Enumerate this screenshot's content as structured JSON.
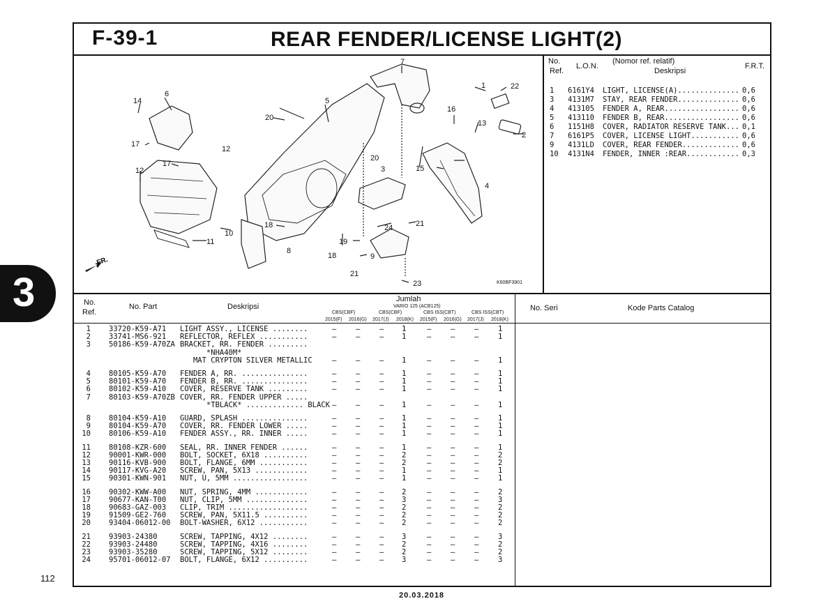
{
  "header": {
    "code": "F-39-1",
    "title": "REAR FENDER/LICENSE LIGHT(2)"
  },
  "diagram": {
    "callouts": [
      "1",
      "2",
      "3",
      "4",
      "5",
      "6",
      "7",
      "8",
      "9",
      "10",
      "11",
      "12",
      "12",
      "13",
      "14",
      "15",
      "16",
      "17",
      "17",
      "18",
      "18",
      "19",
      "20",
      "20",
      "21",
      "21",
      "22",
      "23",
      "24"
    ],
    "direction_label": "FR.",
    "figure_code": "K60BF3901"
  },
  "lon_table": {
    "headers": {
      "no_ref": "No.",
      "ref": "Ref.",
      "lon": "L.O.N.",
      "desc_top": "(Nomor ref. relatif)",
      "desc": "Deskripsi",
      "frt": "F.R.T."
    },
    "rows": [
      {
        "no": "1",
        "lon": "6161Y4",
        "desc": "LIGHT, LICENSE(A)..............",
        "frt": "0,6"
      },
      {
        "no": "3",
        "lon": "4131M7",
        "desc": "STAY, REAR FENDER..............",
        "frt": "0,6"
      },
      {
        "no": "4",
        "lon": "413105",
        "desc": "FENDER A, REAR.................",
        "frt": "0,6"
      },
      {
        "no": "5",
        "lon": "413110",
        "desc": "FENDER B, REAR.................",
        "frt": "0,6"
      },
      {
        "no": "6",
        "lon": "1151H8",
        "desc": "COVER, RADIATOR RESERVE TANK...",
        "frt": "0,1"
      },
      {
        "no": "7",
        "lon": "6161P5",
        "desc": "COVER, LICENSE LIGHT...........",
        "frt": "0,6"
      },
      {
        "no": "9",
        "lon": "4131LD",
        "desc": "COVER, REAR FENDER.............",
        "frt": "0,6"
      },
      {
        "no": "10",
        "lon": "4131N4",
        "desc": "FENDER, INNER :REAR............",
        "frt": "0,3"
      }
    ]
  },
  "parts_table": {
    "headers": {
      "no": "No.",
      "ref": "Ref.",
      "part": "No. Part",
      "desc": "Deskripsi",
      "jumlah": "Jumlah",
      "model": "VARIO 125 (ACB125)",
      "groups": [
        "CBS(CBF)",
        "CBS(CBF)",
        "CBS ISS(CBT)",
        "CBS ISS(CBT)"
      ],
      "years": [
        "2015(F)",
        "2016(G)",
        "2017(J)",
        "2018(K)",
        "2015(F)",
        "2016(G)",
        "2017(J)",
        "2018(K)"
      ],
      "seri": "No. Seri",
      "catalog": "Kode Parts Catalog"
    },
    "rows": [
      {
        "no": "1",
        "part": "33720-K59-A71",
        "desc": "LIGHT ASSY., LICENSE ........",
        "q": [
          "–",
          "–",
          "–",
          "1",
          "–",
          "–",
          "–",
          "1"
        ]
      },
      {
        "no": "2",
        "part": "33741-MS6-921",
        "desc": "REFLECTOR, REFLEX ...........",
        "q": [
          "–",
          "–",
          "–",
          "1",
          "–",
          "–",
          "–",
          "1"
        ]
      },
      {
        "no": "3",
        "part": "50186-K59-A70ZA",
        "desc": "BRACKET, RR. FENDER .........",
        "q": [
          "",
          "",
          "",
          "",
          "",
          "",
          "",
          ""
        ]
      },
      {
        "no": "",
        "part": "",
        "desc": "      *NHA40M*",
        "q": [
          "",
          "",
          "",
          "",
          "",
          "",
          "",
          ""
        ]
      },
      {
        "no": "",
        "part": "",
        "desc": "   MAT CRYPTON SILVER METALLIC",
        "q": [
          "–",
          "–",
          "–",
          "1",
          "–",
          "–",
          "–",
          "1"
        ]
      },
      {
        "no": "4",
        "part": "80105-K59-A70",
        "desc": "FENDER A, RR. ...............",
        "q": [
          "–",
          "–",
          "–",
          "1",
          "–",
          "–",
          "–",
          "1"
        ]
      },
      {
        "no": "5",
        "part": "80101-K59-A70",
        "desc": "FENDER B, RR. ...............",
        "q": [
          "–",
          "–",
          "–",
          "1",
          "–",
          "–",
          "–",
          "1"
        ]
      },
      {
        "no": "6",
        "part": "80102-K59-A10",
        "desc": "COVER, RESERVE TANK .........",
        "q": [
          "–",
          "–",
          "–",
          "1",
          "–",
          "–",
          "–",
          "1"
        ]
      },
      {
        "no": "7",
        "part": "80103-K59-A70ZB",
        "desc": "COVER, RR. FENDER UPPER .....",
        "q": [
          "",
          "",
          "",
          "",
          "",
          "",
          "",
          ""
        ]
      },
      {
        "no": "",
        "part": "",
        "desc": "      *TBLACK* ............. BLACK",
        "q": [
          "–",
          "–",
          "–",
          "1",
          "–",
          "–",
          "–",
          "1"
        ]
      },
      {
        "no": "8",
        "part": "80104-K59-A10",
        "desc": "GUARD, SPLASH ...............",
        "q": [
          "–",
          "–",
          "–",
          "1",
          "–",
          "–",
          "–",
          "1"
        ]
      },
      {
        "no": "9",
        "part": "80104-K59-A70",
        "desc": "COVER, RR. FENDER LOWER .....",
        "q": [
          "–",
          "–",
          "–",
          "1",
          "–",
          "–",
          "–",
          "1"
        ]
      },
      {
        "no": "10",
        "part": "80106-K59-A10",
        "desc": "FENDER ASSY., RR. INNER .....",
        "q": [
          "–",
          "–",
          "–",
          "1",
          "–",
          "–",
          "–",
          "1"
        ]
      },
      {
        "no": "11",
        "part": "80108-KZR-600",
        "desc": "SEAL, RR. INNER FENDER ......",
        "q": [
          "–",
          "–",
          "–",
          "1",
          "–",
          "–",
          "–",
          "1"
        ]
      },
      {
        "no": "12",
        "part": "90001-KWR-000",
        "desc": "BOLT, SOCKET, 6X18 ..........",
        "q": [
          "–",
          "–",
          "–",
          "2",
          "–",
          "–",
          "–",
          "2"
        ]
      },
      {
        "no": "13",
        "part": "90116-KVB-900",
        "desc": "BOLT, FLANGE, 6MM ...........",
        "q": [
          "–",
          "–",
          "–",
          "2",
          "–",
          "–",
          "–",
          "2"
        ]
      },
      {
        "no": "14",
        "part": "90117-KVG-A20",
        "desc": "SCREW, PAN, 5X13 ............",
        "q": [
          "–",
          "–",
          "–",
          "1",
          "–",
          "–",
          "–",
          "1"
        ]
      },
      {
        "no": "15",
        "part": "90301-KWN-901",
        "desc": "NUT, U, 5MM .................",
        "q": [
          "–",
          "–",
          "–",
          "1",
          "–",
          "–",
          "–",
          "1"
        ]
      },
      {
        "no": "16",
        "part": "90302-KWW-A00",
        "desc": "NUT, SPRING, 4MM ............",
        "q": [
          "–",
          "–",
          "–",
          "2",
          "–",
          "–",
          "–",
          "2"
        ]
      },
      {
        "no": "17",
        "part": "90677-KAN-T00",
        "desc": "NUT, CLIP, 5MM ..............",
        "q": [
          "–",
          "–",
          "–",
          "3",
          "–",
          "–",
          "–",
          "3"
        ]
      },
      {
        "no": "18",
        "part": "90683-GAZ-003",
        "desc": "CLIP, TRIM ..................",
        "q": [
          "–",
          "–",
          "–",
          "2",
          "–",
          "–",
          "–",
          "2"
        ]
      },
      {
        "no": "19",
        "part": "91509-GE2-760",
        "desc": "SCREW, PAN, 5X11.5 ..........",
        "q": [
          "–",
          "–",
          "–",
          "2",
          "–",
          "–",
          "–",
          "2"
        ]
      },
      {
        "no": "20",
        "part": "93404-06012-00",
        "desc": "BOLT-WASHER, 6X12 ...........",
        "q": [
          "–",
          "–",
          "–",
          "2",
          "–",
          "–",
          "–",
          "2"
        ]
      },
      {
        "no": "21",
        "part": "93903-24380",
        "desc": "SCREW, TAPPING, 4X12 ........",
        "q": [
          "–",
          "–",
          "–",
          "3",
          "–",
          "–",
          "–",
          "3"
        ]
      },
      {
        "no": "22",
        "part": "93903-24480",
        "desc": "SCREW, TAPPING, 4X16 ........",
        "q": [
          "–",
          "–",
          "–",
          "2",
          "–",
          "–",
          "–",
          "2"
        ]
      },
      {
        "no": "23",
        "part": "93903-35280",
        "desc": "SCREW, TAPPING, 5X12 ........",
        "q": [
          "–",
          "–",
          "–",
          "2",
          "–",
          "–",
          "–",
          "2"
        ]
      },
      {
        "no": "24",
        "part": "95701-06012-07",
        "desc": "BOLT, FLANGE, 6X12 ..........",
        "q": [
          "–",
          "–",
          "–",
          "3",
          "–",
          "–",
          "–",
          "3"
        ]
      }
    ]
  },
  "section_tab": "3",
  "page_number": "112",
  "footer_date": "20.03.2018"
}
